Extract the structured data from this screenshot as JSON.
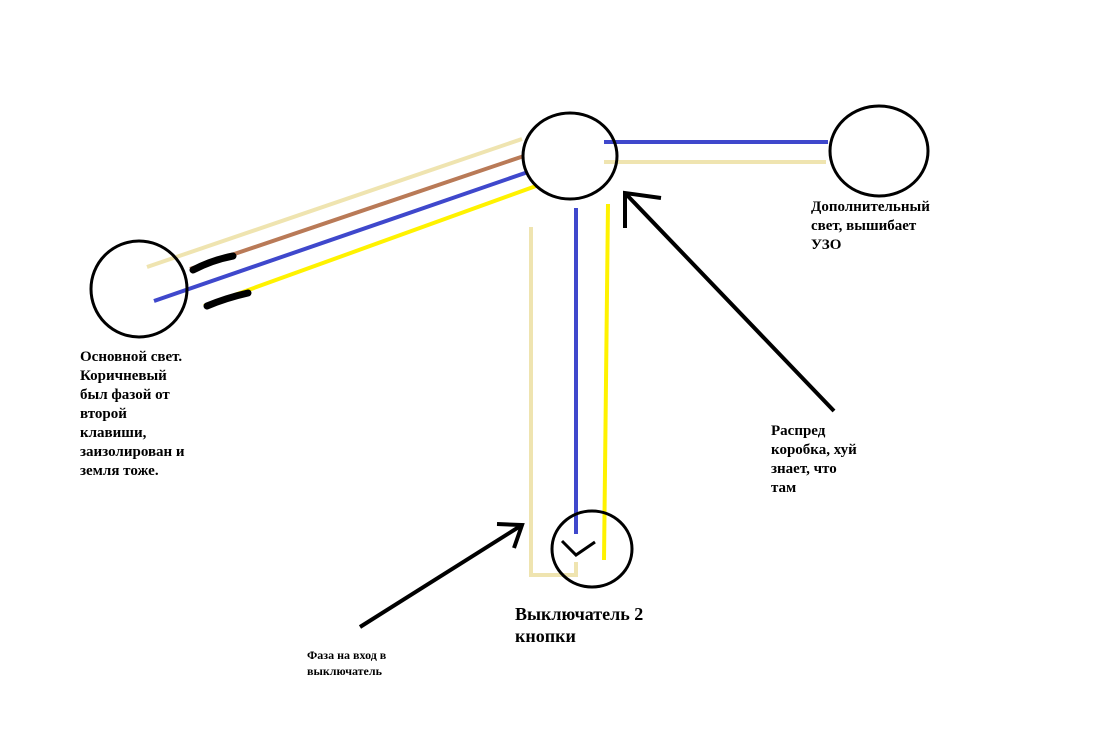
{
  "colors": {
    "background": "#ffffff",
    "outline": "#000000",
    "beige": "#efe4b0",
    "brown": "#b97a57",
    "blue": "#3f48cc",
    "yellow": "#fff200",
    "black": "#000000"
  },
  "nodes": {
    "main_light": {
      "lines": [
        "Основной свет.",
        "Коричневый",
        "был фазой от",
        "второй",
        "клавиши,",
        "заизолирован и",
        "земля тоже."
      ]
    },
    "extra_light": {
      "lines": [
        "Дополнительный",
        "свет, вышибает",
        "УЗО"
      ]
    },
    "junction_box": {
      "lines": [
        "Распред",
        "коробка, хуй",
        "знает, что",
        "там"
      ]
    },
    "switch": {
      "lines": [
        "Выключатель 2",
        "кнопки"
      ]
    }
  },
  "annotations": {
    "phase_input": {
      "lines": [
        "Фаза на вход в",
        "выключатель"
      ]
    }
  }
}
